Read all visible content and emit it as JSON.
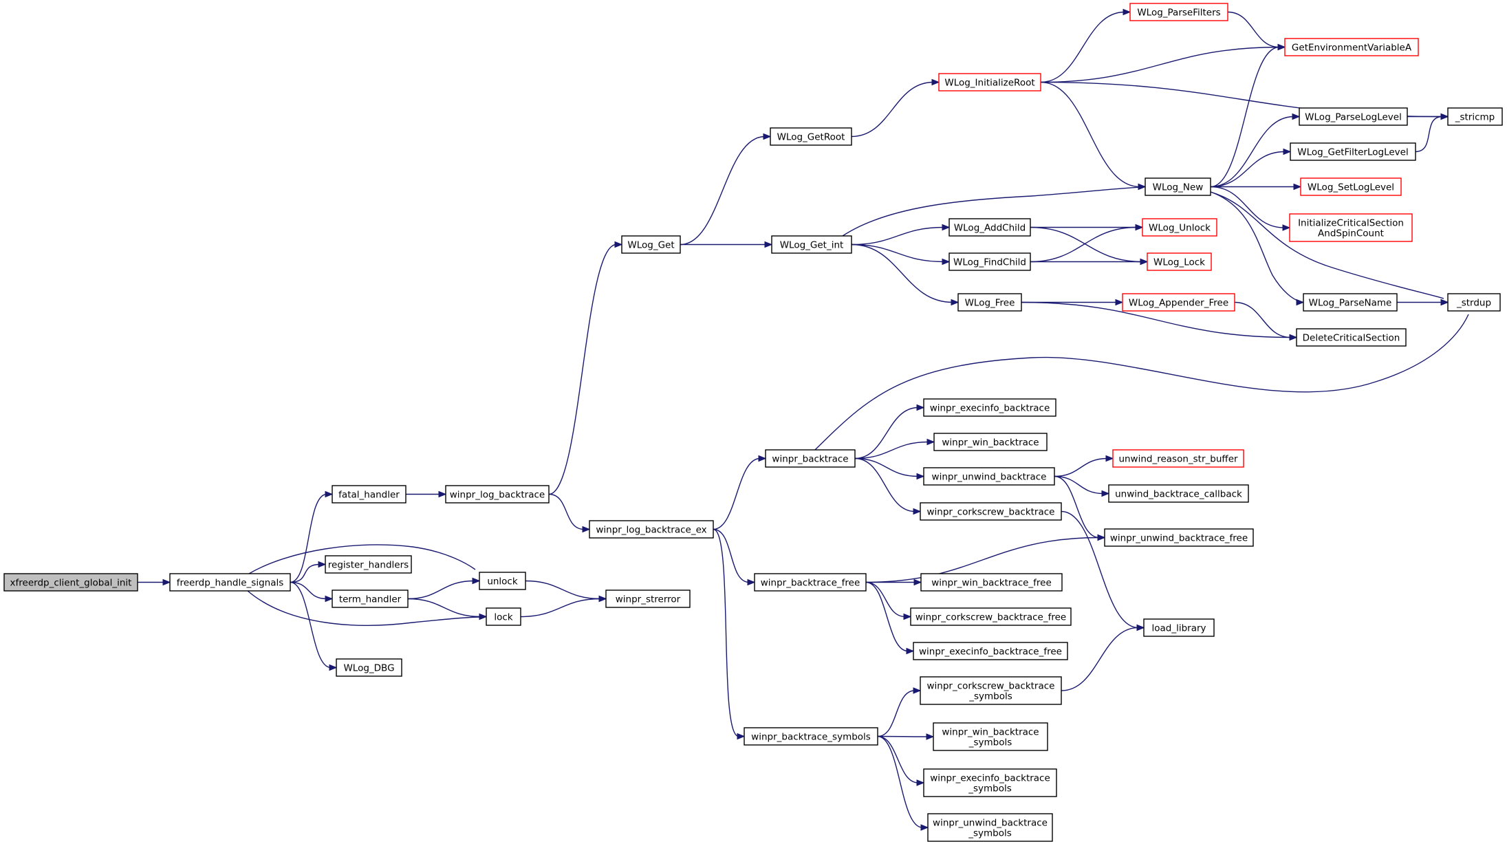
{
  "graph": {
    "colors": {
      "edge": "#191970",
      "normal_border": "#000000",
      "truncated_border": "#ff0000",
      "root_fill": "#bfbfbf",
      "node_fill": "#ffffff"
    },
    "nodes": [
      {
        "id": "n_root",
        "lines": [
          "xfreerdp_client_global_init"
        ],
        "style": "root"
      },
      {
        "id": "n_handle",
        "lines": [
          "freerdp_handle_signals"
        ],
        "style": "normal"
      },
      {
        "id": "n_fatal",
        "lines": [
          "fatal_handler"
        ],
        "style": "normal"
      },
      {
        "id": "n_register",
        "lines": [
          "register_handlers"
        ],
        "style": "normal"
      },
      {
        "id": "n_term",
        "lines": [
          "term_handler"
        ],
        "style": "normal"
      },
      {
        "id": "n_wlogdbg",
        "lines": [
          "WLog_DBG"
        ],
        "style": "normal"
      },
      {
        "id": "n_unlock",
        "lines": [
          "unlock"
        ],
        "style": "normal"
      },
      {
        "id": "n_lock",
        "lines": [
          "lock"
        ],
        "style": "normal"
      },
      {
        "id": "n_strerror",
        "lines": [
          "winpr_strerror"
        ],
        "style": "normal"
      },
      {
        "id": "n_logbt",
        "lines": [
          "winpr_log_backtrace"
        ],
        "style": "normal"
      },
      {
        "id": "n_logbtex",
        "lines": [
          "winpr_log_backtrace_ex"
        ],
        "style": "normal"
      },
      {
        "id": "n_wlogget",
        "lines": [
          "WLog_Get"
        ],
        "style": "normal"
      },
      {
        "id": "n_getroot",
        "lines": [
          "WLog_GetRoot"
        ],
        "style": "normal"
      },
      {
        "id": "n_getint",
        "lines": [
          "WLog_Get_int"
        ],
        "style": "normal"
      },
      {
        "id": "n_initroot",
        "lines": [
          "WLog_InitializeRoot"
        ],
        "style": "truncated"
      },
      {
        "id": "n_parsefilters",
        "lines": [
          "WLog_ParseFilters"
        ],
        "style": "truncated"
      },
      {
        "id": "n_getenv",
        "lines": [
          "GetEnvironmentVariableA"
        ],
        "style": "truncated"
      },
      {
        "id": "n_stricmp",
        "lines": [
          "_stricmp"
        ],
        "style": "normal"
      },
      {
        "id": "n_parseloglevel",
        "lines": [
          "WLog_ParseLogLevel"
        ],
        "style": "normal"
      },
      {
        "id": "n_getfilterloglevel",
        "lines": [
          "WLog_GetFilterLogLevel"
        ],
        "style": "normal"
      },
      {
        "id": "n_wlognew",
        "lines": [
          "WLog_New"
        ],
        "style": "normal"
      },
      {
        "id": "n_setloglevel",
        "lines": [
          "WLog_SetLogLevel"
        ],
        "style": "truncated"
      },
      {
        "id": "n_initcs",
        "lines": [
          "InitializeCriticalSection",
          "AndSpinCount"
        ],
        "style": "truncated"
      },
      {
        "id": "n_addchild",
        "lines": [
          "WLog_AddChild"
        ],
        "style": "normal"
      },
      {
        "id": "n_findchild",
        "lines": [
          "WLog_FindChild"
        ],
        "style": "normal"
      },
      {
        "id": "n_wlogunlock",
        "lines": [
          "WLog_Unlock"
        ],
        "style": "truncated"
      },
      {
        "id": "n_wloglock",
        "lines": [
          "WLog_Lock"
        ],
        "style": "truncated"
      },
      {
        "id": "n_wlogfree",
        "lines": [
          "WLog_Free"
        ],
        "style": "normal"
      },
      {
        "id": "n_appenderfree",
        "lines": [
          "WLog_Appender_Free"
        ],
        "style": "truncated"
      },
      {
        "id": "n_parsename",
        "lines": [
          "WLog_ParseName"
        ],
        "style": "normal"
      },
      {
        "id": "n_strdup",
        "lines": [
          "_strdup"
        ],
        "style": "normal"
      },
      {
        "id": "n_deletecs",
        "lines": [
          "DeleteCriticalSection"
        ],
        "style": "normal"
      },
      {
        "id": "n_backtrace",
        "lines": [
          "winpr_backtrace"
        ],
        "style": "normal"
      },
      {
        "id": "n_execinfo_bt",
        "lines": [
          "winpr_execinfo_backtrace"
        ],
        "style": "normal"
      },
      {
        "id": "n_win_bt",
        "lines": [
          "winpr_win_backtrace"
        ],
        "style": "normal"
      },
      {
        "id": "n_unwind_bt",
        "lines": [
          "winpr_unwind_backtrace"
        ],
        "style": "normal"
      },
      {
        "id": "n_corkscrew_bt",
        "lines": [
          "winpr_corkscrew_backtrace"
        ],
        "style": "normal"
      },
      {
        "id": "n_unwind_reason",
        "lines": [
          "unwind_reason_str_buffer"
        ],
        "style": "truncated"
      },
      {
        "id": "n_unwind_cb",
        "lines": [
          "unwind_backtrace_callback"
        ],
        "style": "normal"
      },
      {
        "id": "n_unwind_bt_free",
        "lines": [
          "winpr_unwind_backtrace_free"
        ],
        "style": "normal"
      },
      {
        "id": "n_bt_free",
        "lines": [
          "winpr_backtrace_free"
        ],
        "style": "normal"
      },
      {
        "id": "n_win_bt_free",
        "lines": [
          "winpr_win_backtrace_free"
        ],
        "style": "normal"
      },
      {
        "id": "n_corkscrew_bt_free",
        "lines": [
          "winpr_corkscrew_backtrace_free"
        ],
        "style": "normal"
      },
      {
        "id": "n_execinfo_bt_free",
        "lines": [
          "winpr_execinfo_backtrace_free"
        ],
        "style": "normal"
      },
      {
        "id": "n_loadlib",
        "lines": [
          "load_library"
        ],
        "style": "normal"
      },
      {
        "id": "n_bt_symbols",
        "lines": [
          "winpr_backtrace_symbols"
        ],
        "style": "normal"
      },
      {
        "id": "n_corkscrew_sym",
        "lines": [
          "winpr_corkscrew_backtrace",
          "_symbols"
        ],
        "style": "normal"
      },
      {
        "id": "n_win_sym",
        "lines": [
          "winpr_win_backtrace",
          "_symbols"
        ],
        "style": "normal"
      },
      {
        "id": "n_execinfo_sym",
        "lines": [
          "winpr_execinfo_backtrace",
          "_symbols"
        ],
        "style": "normal"
      },
      {
        "id": "n_unwind_sym",
        "lines": [
          "winpr_unwind_backtrace",
          "_symbols"
        ],
        "style": "normal"
      }
    ],
    "edges": [
      [
        "n_root",
        "n_handle"
      ],
      [
        "n_handle",
        "n_fatal"
      ],
      [
        "n_handle",
        "n_unlock"
      ],
      [
        "n_handle",
        "n_register"
      ],
      [
        "n_handle",
        "n_term"
      ],
      [
        "n_handle",
        "n_lock"
      ],
      [
        "n_handle",
        "n_wlogdbg"
      ],
      [
        "n_fatal",
        "n_logbt"
      ],
      [
        "n_term",
        "n_unlock"
      ],
      [
        "n_term",
        "n_lock"
      ],
      [
        "n_unlock",
        "n_strerror"
      ],
      [
        "n_lock",
        "n_strerror"
      ],
      [
        "n_logbt",
        "n_wlogget"
      ],
      [
        "n_logbt",
        "n_logbtex"
      ],
      [
        "n_wlogget",
        "n_getroot"
      ],
      [
        "n_wlogget",
        "n_getint"
      ],
      [
        "n_getroot",
        "n_initroot"
      ],
      [
        "n_initroot",
        "n_parsefilters"
      ],
      [
        "n_initroot",
        "n_getenv"
      ],
      [
        "n_initroot",
        "n_stricmp"
      ],
      [
        "n_initroot",
        "n_wlognew"
      ],
      [
        "n_parsefilters",
        "n_getenv"
      ],
      [
        "n_getint",
        "n_wlognew"
      ],
      [
        "n_getint",
        "n_addchild"
      ],
      [
        "n_getint",
        "n_findchild"
      ],
      [
        "n_getint",
        "n_wlogfree"
      ],
      [
        "n_wlognew",
        "n_getenv"
      ],
      [
        "n_wlognew",
        "n_parseloglevel"
      ],
      [
        "n_wlognew",
        "n_getfilterloglevel"
      ],
      [
        "n_wlognew",
        "n_setloglevel"
      ],
      [
        "n_wlognew",
        "n_initcs"
      ],
      [
        "n_wlognew",
        "n_parsename"
      ],
      [
        "n_wlognew",
        "n_strdup"
      ],
      [
        "n_parseloglevel",
        "n_stricmp"
      ],
      [
        "n_getfilterloglevel",
        "n_stricmp"
      ],
      [
        "n_addchild",
        "n_wlogunlock"
      ],
      [
        "n_addchild",
        "n_wloglock"
      ],
      [
        "n_findchild",
        "n_wlogunlock"
      ],
      [
        "n_findchild",
        "n_wloglock"
      ],
      [
        "n_wlogfree",
        "n_appenderfree"
      ],
      [
        "n_wlogfree",
        "n_deletecs"
      ],
      [
        "n_appenderfree",
        "n_deletecs"
      ],
      [
        "n_parsename",
        "n_strdup"
      ],
      [
        "n_logbtex",
        "n_backtrace"
      ],
      [
        "n_logbtex",
        "n_bt_free"
      ],
      [
        "n_logbtex",
        "n_bt_symbols"
      ],
      [
        "n_backtrace",
        "n_strdup"
      ],
      [
        "n_backtrace",
        "n_execinfo_bt"
      ],
      [
        "n_backtrace",
        "n_win_bt"
      ],
      [
        "n_backtrace",
        "n_unwind_bt"
      ],
      [
        "n_backtrace",
        "n_corkscrew_bt"
      ],
      [
        "n_unwind_bt",
        "n_unwind_reason"
      ],
      [
        "n_unwind_bt",
        "n_unwind_cb"
      ],
      [
        "n_unwind_bt",
        "n_unwind_bt_free"
      ],
      [
        "n_corkscrew_bt",
        "n_loadlib"
      ],
      [
        "n_bt_free",
        "n_unwind_bt_free"
      ],
      [
        "n_bt_free",
        "n_win_bt_free"
      ],
      [
        "n_bt_free",
        "n_corkscrew_bt_free"
      ],
      [
        "n_bt_free",
        "n_execinfo_bt_free"
      ],
      [
        "n_bt_symbols",
        "n_corkscrew_sym"
      ],
      [
        "n_bt_symbols",
        "n_win_sym"
      ],
      [
        "n_bt_symbols",
        "n_execinfo_sym"
      ],
      [
        "n_bt_symbols",
        "n_unwind_sym"
      ],
      [
        "n_corkscrew_sym",
        "n_loadlib"
      ]
    ]
  }
}
